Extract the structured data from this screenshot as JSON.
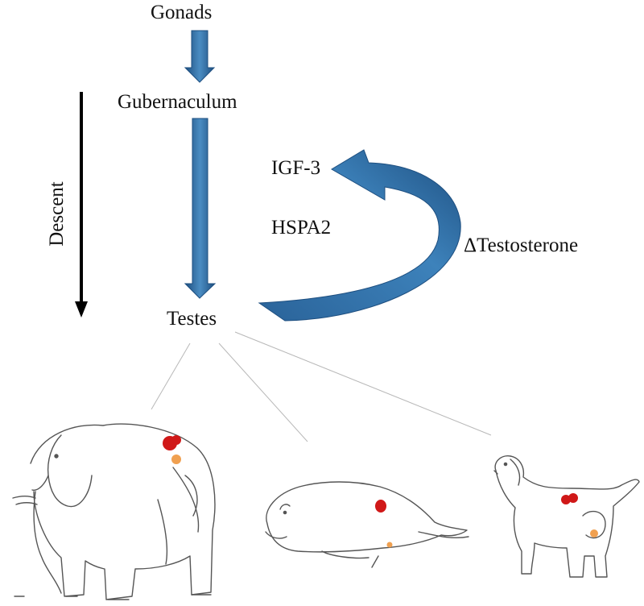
{
  "diagram": {
    "nodes": {
      "gonads": "Gonads",
      "gubernaculum": "Gubernaculum",
      "testes": "Testes"
    },
    "factors": {
      "igf3": "IGF-3",
      "hspa2": "HSPA2",
      "testosterone": "ΔTestosterone"
    },
    "axis_label": "Descent",
    "animals": [
      "elephant",
      "seal",
      "dog"
    ]
  },
  "colors": {
    "arrow_blue": "#2f6fa6",
    "arrow_blue_dark": "#1e4f80",
    "testis_red": "#d01818",
    "organ_orange": "#f0a050",
    "line_gray": "#444444"
  }
}
